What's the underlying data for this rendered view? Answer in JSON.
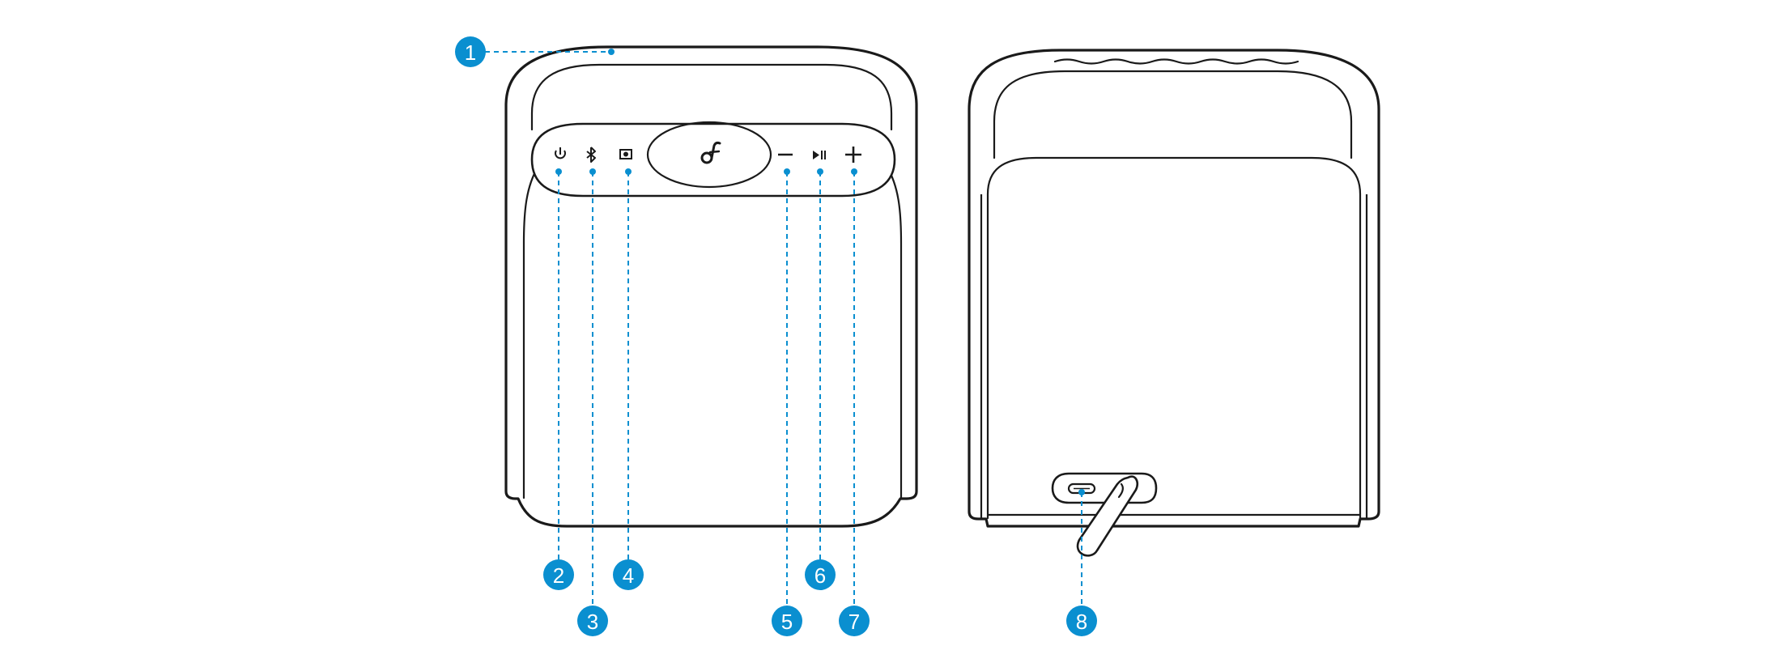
{
  "accent_color": "#0a8fd0",
  "front_view": {
    "control_icons": [
      {
        "icon": "power-icon",
        "callout": "2"
      },
      {
        "icon": "bluetooth-icon",
        "callout": "3"
      },
      {
        "icon": "picture-mode-icon",
        "callout": "4"
      },
      {
        "icon": "soundcore-logo-icon",
        "callout": null
      },
      {
        "icon": "volume-down-icon",
        "callout": "5"
      },
      {
        "icon": "play-pause-icon",
        "callout": "6"
      },
      {
        "icon": "volume-up-icon",
        "callout": "7"
      }
    ],
    "handle_callout": "1"
  },
  "back_view": {
    "port_icon": "usb-c-port-icon",
    "port_callout": "8"
  },
  "callouts": [
    "1",
    "2",
    "3",
    "4",
    "5",
    "6",
    "7",
    "8"
  ]
}
